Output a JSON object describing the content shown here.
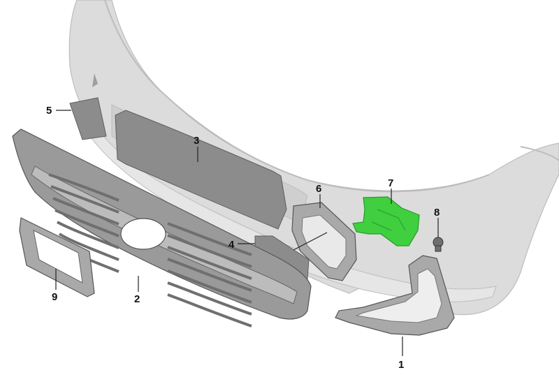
{
  "diagram": {
    "kind": "exploded-parts-view",
    "callouts": [
      {
        "id": "c1",
        "label": "1"
      },
      {
        "id": "c2",
        "label": "2"
      },
      {
        "id": "c3",
        "label": "3"
      },
      {
        "id": "c4",
        "label": "4"
      },
      {
        "id": "c5",
        "label": "5"
      },
      {
        "id": "c6",
        "label": "6"
      },
      {
        "id": "c7",
        "label": "7"
      },
      {
        "id": "c8",
        "label": "8"
      },
      {
        "id": "c9",
        "label": "9"
      }
    ],
    "colors": {
      "bumper": "#dcdcdc",
      "bumper_edge": "#bdbdbd",
      "trim_dark": "#8c8c8c",
      "trim_mid": "#a9a9a9",
      "grille": "#9a9a9a",
      "highlight_part": "#3fcf3f",
      "highlight_edge": "#2a9a2a"
    }
  }
}
